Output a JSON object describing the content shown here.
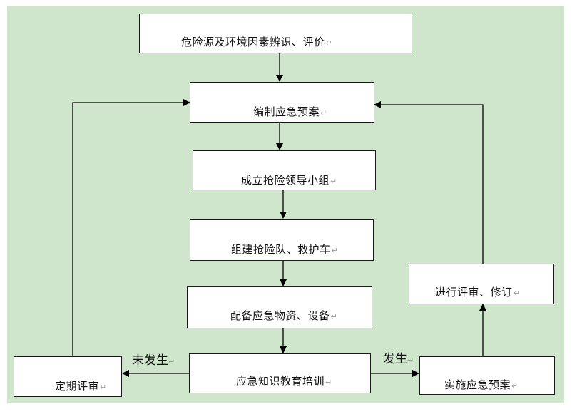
{
  "diagram": {
    "boxes": {
      "identify": "危险源及环境因素辨识、评价",
      "compile": "编制应急预案",
      "team": "成立抢险领导小组",
      "squad": "组建抢险队、救护车",
      "equip": "配备应急物资、设备",
      "training": "应急知识教育培训",
      "review": "定期评审",
      "implement": "实施应急预案",
      "revise": "进行评审、修订"
    },
    "edge_labels": {
      "not_occurred": "未发生",
      "occurred": "发生"
    },
    "para_mark": "↵",
    "colors": {
      "background": "#cfe6cd",
      "box_fill": "#ffffff",
      "line": "#000000"
    }
  }
}
